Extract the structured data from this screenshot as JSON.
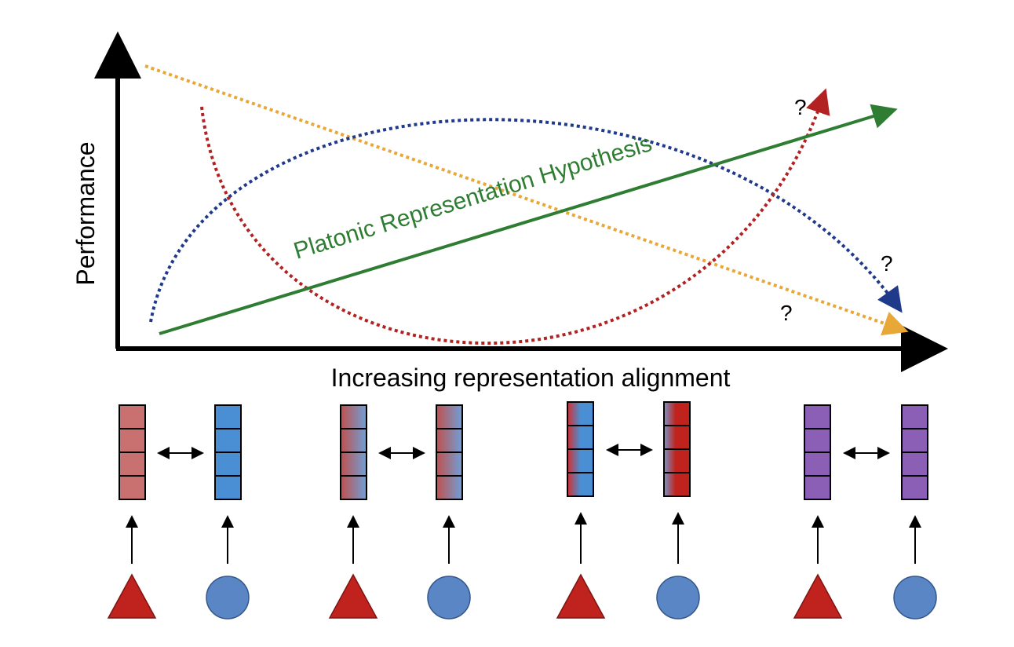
{
  "diagram": {
    "y_axis_label": "Performance",
    "x_axis_label": "Increasing representation alignment",
    "hypothesis_label": "Platonic Representation Hypothesis",
    "question_mark": "?",
    "colors": {
      "axis": "#000000",
      "hypothesis": "#2e7d32",
      "blue_curve": "#1f3a8a",
      "red_curve": "#b22222",
      "orange_curve": "#e8a838",
      "triangle": "#c0221d",
      "circle": "#5b86c5",
      "vector_red": "#c97070",
      "vector_blue": "#4a8fd4",
      "vector_purple": "#8a5fb5"
    },
    "pairs": [
      {
        "left": "solid-red",
        "right": "solid-blue"
      },
      {
        "left": "red-to-blue",
        "right": "blue-to-red"
      },
      {
        "left": "red-blue-edges",
        "right": "red-center"
      },
      {
        "left": "solid-purple",
        "right": "solid-purple"
      }
    ],
    "icons": [
      "triangle-icon",
      "circle-icon"
    ]
  }
}
